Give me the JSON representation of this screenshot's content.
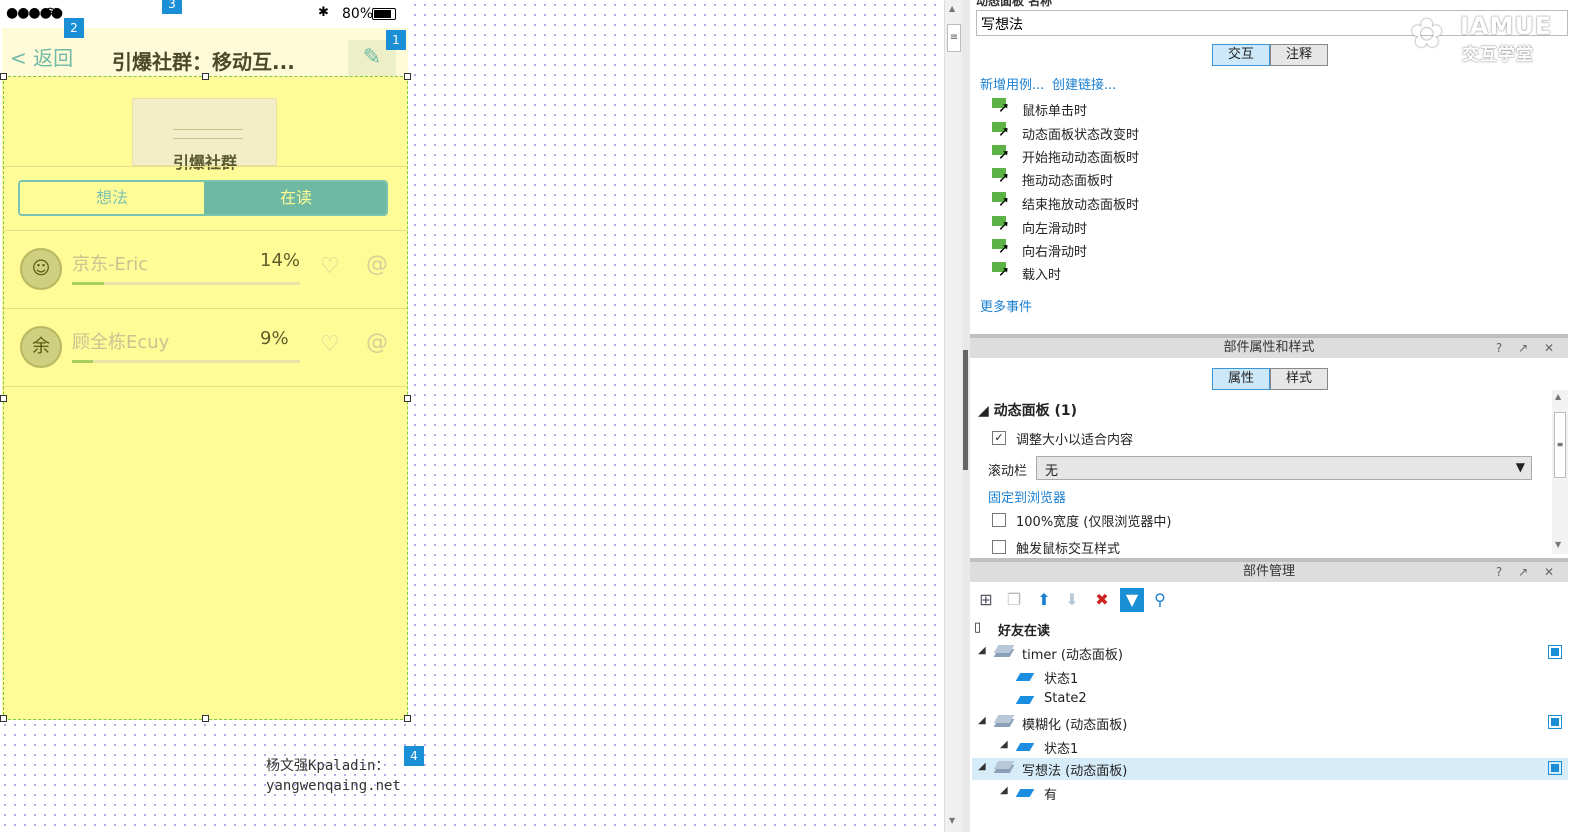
{
  "phone": {
    "status": {
      "signal": "●●●●●",
      "wifi": "📶",
      "bluetooth": "✱",
      "battery": "80%"
    },
    "nav": {
      "back_label": "< 返回",
      "title": "引爆社群：移动互...",
      "write_icon": "feather-icon"
    },
    "book_cover_title": "引爆社群",
    "segment": {
      "left": "想法",
      "right": "在读"
    },
    "readers": [
      {
        "avatar": "☺",
        "name": "京东-Eric",
        "percent": "14%",
        "progress": 0.14
      },
      {
        "avatar": "余",
        "name": "顾全栋Ecuy",
        "percent": "9%",
        "progress": 0.09
      }
    ]
  },
  "badges": {
    "b1": "1",
    "b2": "2",
    "b3": "3",
    "b4": "4"
  },
  "credit": {
    "line1": "杨文强Kpaladin：",
    "line2": "yangwenqaing.net"
  },
  "right": {
    "top_label": "动态面板 名称",
    "name_value": "写想法",
    "logo": {
      "line1": "IAMUE",
      "line2": "交互学堂"
    },
    "tabs1": [
      "交互",
      "注释"
    ],
    "links1": {
      "add_case": "新增用例...",
      "create_link": "创建链接..."
    },
    "events": [
      "鼠标单击时",
      "动态面板状态改变时",
      "开始拖动动态面板时",
      "拖动动态面板时",
      "结束拖放动态面板时",
      "向左滑动时",
      "向右滑动时",
      "载入时"
    ],
    "more_events": "更多事件",
    "props_panel": {
      "title": "部件属性和样式",
      "controls": "? ↗ ✕",
      "tabs": [
        "属性",
        "样式"
      ],
      "section": "动态面板 (1)",
      "fit_content": "调整大小以适合内容",
      "fit_checked": "✓",
      "scrollbar_label": "滚动栏",
      "scrollbar_value": "无",
      "pin_link": "固定到浏览器",
      "full_width": "100%宽度 (仅限浏览器中)",
      "trigger_mouse": "触发鼠标交互样式"
    },
    "widget_panel": {
      "title": "部件管理",
      "controls": "? ↗ ✕",
      "page": "好友在读",
      "tree": [
        {
          "label": "timer (动态面板)",
          "kind": "panel"
        },
        {
          "label": "状态1",
          "kind": "state"
        },
        {
          "label": "State2",
          "kind": "state"
        },
        {
          "label": "模糊化 (动态面板)",
          "kind": "panel"
        },
        {
          "label": "状态1",
          "kind": "state"
        },
        {
          "label": "写想法 (动态面板)",
          "kind": "panel"
        },
        {
          "label": "有",
          "kind": "state"
        }
      ]
    }
  }
}
